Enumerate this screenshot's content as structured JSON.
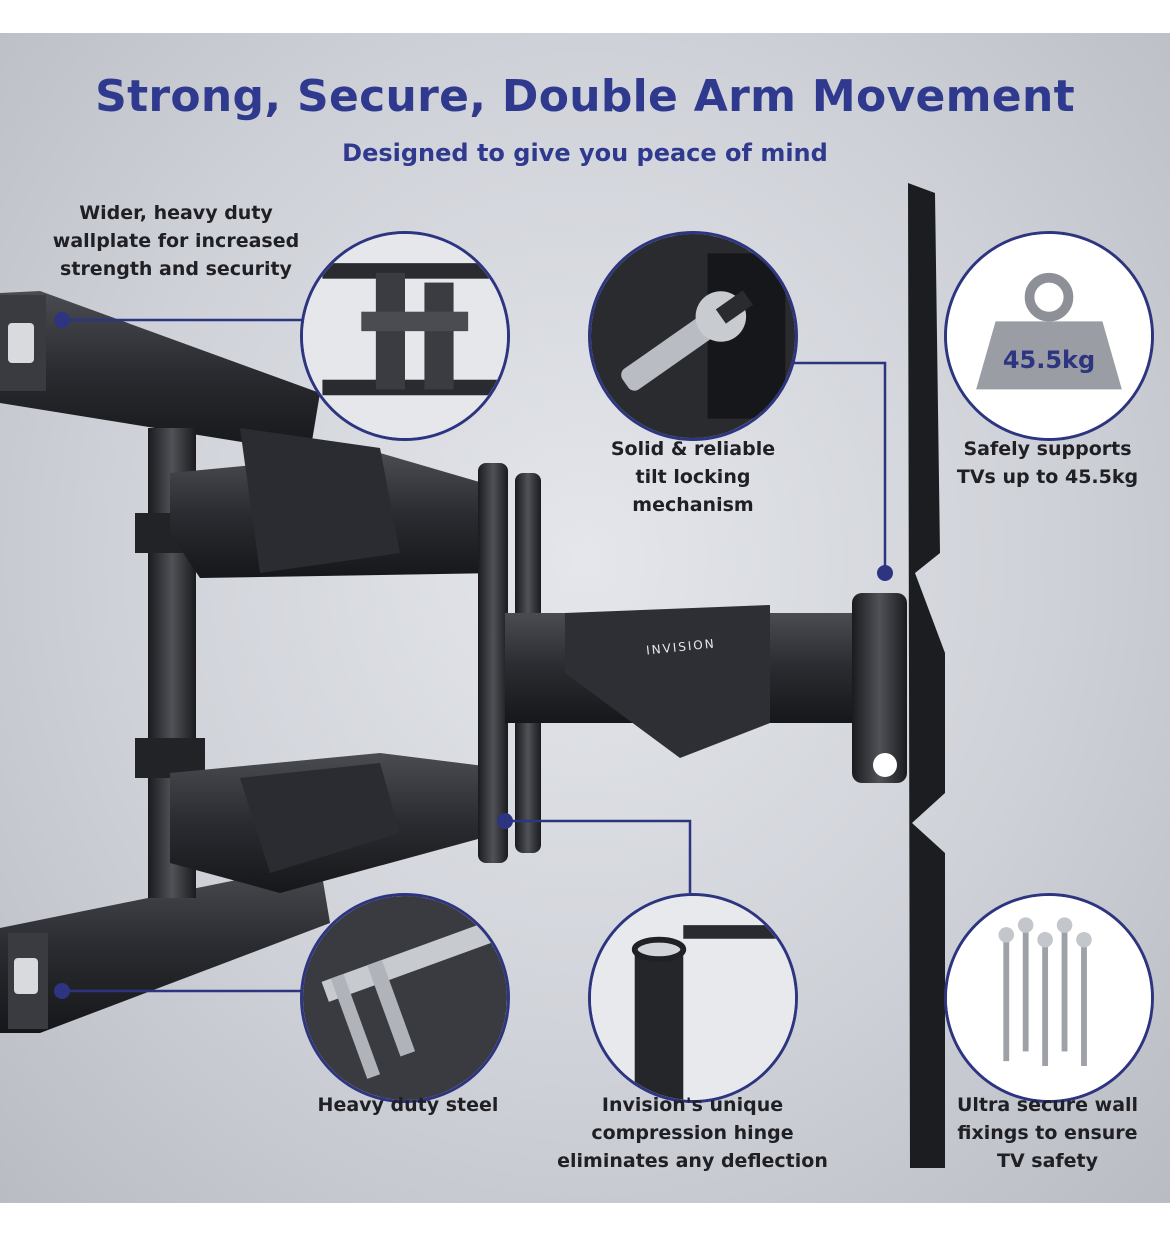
{
  "header": {
    "title": "Strong, Secure, Double Arm Movement",
    "subtitle": "Designed to give you peace of mind"
  },
  "features": {
    "wallplate": "Wider, heavy duty\nwallplate for increased\nstrength and security",
    "tilt": "Solid & reliable\ntilt locking\nmechanism",
    "capacity": "Safely supports\nTVs up to 45.5kg",
    "steel": "Heavy duty steel",
    "hinge": "Invision's unique\ncompression hinge\neliminates any deflection",
    "fixings": "Ultra secure wall\nfixings to ensure\nTV safety"
  },
  "weight_badge": "45.5kg",
  "brand": "INVISION",
  "colors": {
    "accent": "#2d3580",
    "title": "#2f3a8f",
    "mount": "#26272b"
  },
  "icons": [
    "wallplate-closeup",
    "wrench-icon",
    "weight-icon",
    "caliper-icon",
    "hinge-closeup",
    "screws-icon"
  ]
}
